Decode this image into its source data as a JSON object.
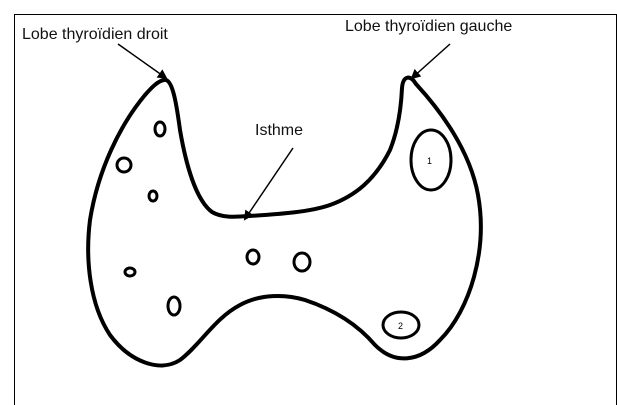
{
  "labels": {
    "right_lobe": "Lobe thyroïdien droit",
    "left_lobe": "Lobe thyroïdien gauche",
    "isthmus": "Isthme"
  },
  "nodules": {
    "n1": "1",
    "n2": "2"
  },
  "colors": {
    "stroke": "#000000",
    "background": "#ffffff"
  }
}
